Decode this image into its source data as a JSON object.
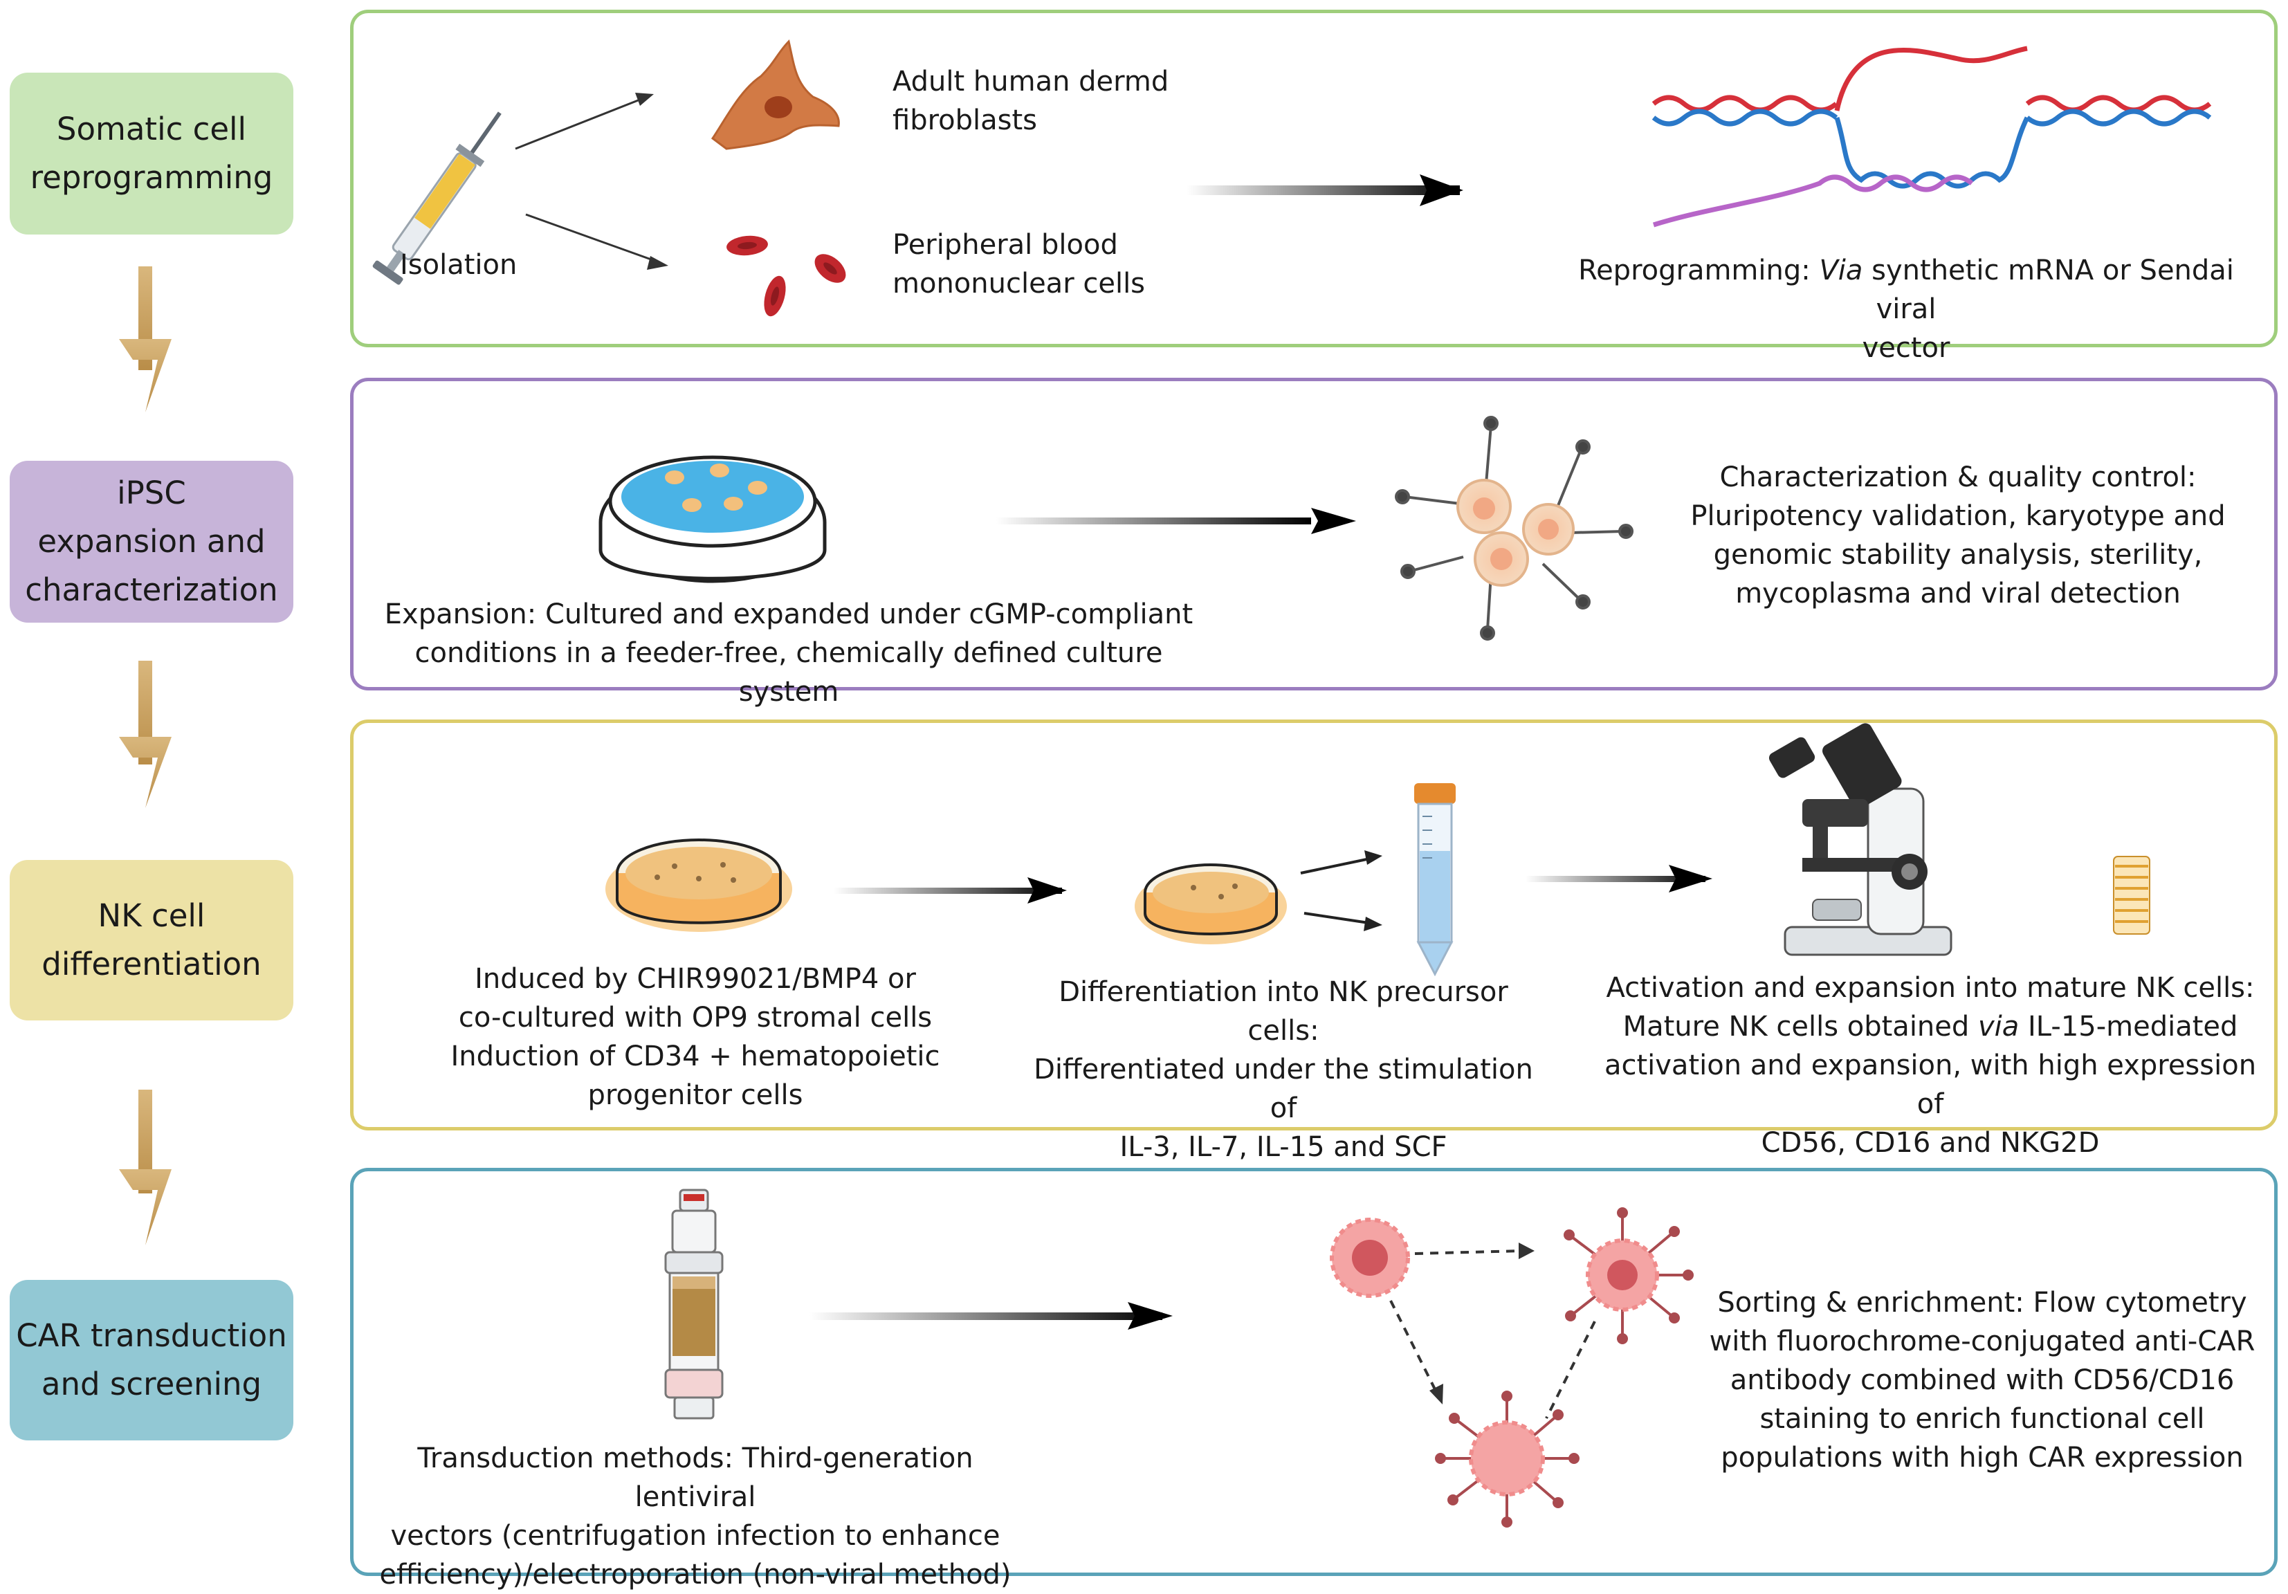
{
  "stages": [
    {
      "line1": "Somatic cell",
      "line2": "reprogramming",
      "color": "#c9e6b8"
    },
    {
      "line1": "iPSC",
      "line2": "expansion and",
      "line3": "characterization",
      "color": "#c7b4d9"
    },
    {
      "line1": "NK cell",
      "line2": "differentiation",
      "color": "#ede2a6"
    },
    {
      "line1": "CAR transduction",
      "line2": "and screening",
      "color": "#92c8d4"
    }
  ],
  "panel_colors": [
    "#9fce7c",
    "#9b7dbf",
    "#dccc6a",
    "#5aa3b8"
  ],
  "arrow_color": "#c9a266",
  "reprogramming": {
    "isolation": "Isolation",
    "fibroblasts_line1": "Adult human dermd",
    "fibroblasts_line2": "fibroblasts",
    "pbmc_line1": "Peripheral blood",
    "pbmc_line2": "mononuclear cells",
    "method_prefix": "Reprogramming: ",
    "method_via": "Via",
    "method_suffix": " synthetic mRNA or Sendai viral",
    "method_line2": "vector"
  },
  "expansion": {
    "line1": "Expansion: Cultured and expanded under cGMP-compliant",
    "line2": "conditions in a feeder-free, chemically defined culture system",
    "qc_line1": "Characterization & quality control:",
    "qc_line2": "Pluripotency validation, karyotype and",
    "qc_line3": "genomic stability analysis, sterility,",
    "qc_line4": "mycoplasma and viral detection"
  },
  "differentiation": {
    "induce_line1": "Induced by CHIR99021/BMP4 or",
    "induce_line2": "co-cultured with OP9 stromal cells",
    "induce_line3": "Induction of CD34 + hematopoietic",
    "induce_line4": "progenitor cells",
    "precursor_line1": "Differentiation into NK precursor cells:",
    "precursor_line2": "Differentiated under the stimulation of",
    "precursor_line3": "IL-3, IL-7, IL-15 and SCF",
    "mature_line1": "Activation and expansion into mature NK cells:",
    "mature_line2_prefix": "Mature NK cells obtained ",
    "mature_line2_via": "via",
    "mature_line2_suffix": " IL-15-mediated",
    "mature_line3": "activation and expansion, with high expression of",
    "mature_line4": "CD56, CD16 and NKG2D"
  },
  "transduction": {
    "methods_line1": "Transduction methods: Third-generation lentiviral",
    "methods_line2": "vectors (centrifugation infection to enhance",
    "methods_line3": "efficiency)/electroporation (non-viral method)",
    "sort_line1": "Sorting & enrichment: Flow cytometry",
    "sort_line2": "with fluorochrome-conjugated anti-CAR",
    "sort_line3": "antibody combined with CD56/CD16",
    "sort_line4": "staining to enrich functional cell",
    "sort_line5": "populations with high CAR expression"
  }
}
